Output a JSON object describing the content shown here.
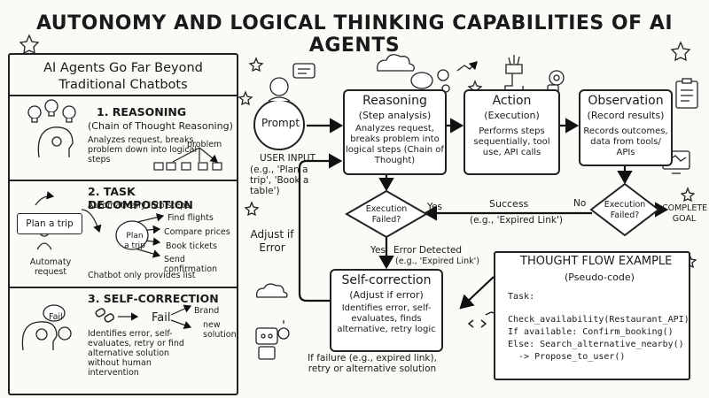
{
  "title": "AUTONOMY AND LOGICAL THINKING CAPABILITIES OF AI AGENTS",
  "left_panel": {
    "heading": "AI Agents Go Far Beyond Traditional Chatbots",
    "reasoning": {
      "title": "1. REASONING",
      "subtitle": "(Chain of Thought Reasoning)",
      "desc": "Analyzes request, breaks problem down into logical steps",
      "problem_label": "problem"
    },
    "decomposition": {
      "title": "2. TASK DECOMPOSITION",
      "subtitle": "Automatically into steps",
      "plan_box": "Plan a trip",
      "plan_node": "Plan a trip",
      "automaty_label": "Automaty request",
      "steps": [
        "Find flights",
        "Compare prices",
        "Book tickets",
        "Send confirmation"
      ],
      "chatbot_note": "Chatbot only provides list"
    },
    "self_correction": {
      "title": "3. SELF-CORRECTION",
      "fail_bubble": "Fail",
      "fail_label": "Fail",
      "brand_label": "Brand",
      "new_solution_label": "new solution",
      "desc": "Identifies error, self-evaluates, retry or find alternative solution without human intervention"
    }
  },
  "flow": {
    "prompt": {
      "label": "Prompt",
      "caption": "USER INPUT",
      "example": "(e.g., 'Plan a trip', 'Book a table')"
    },
    "reasoning": {
      "title": "Reasoning",
      "subtitle": "(Step analysis)",
      "body": "Analyzes request, breaks problem into logical steps (Chain of Thought)"
    },
    "action": {
      "title": "Action",
      "subtitle": "(Execution)",
      "body": "Performs steps sequentially, tool use, API calls"
    },
    "observation": {
      "title": "Observation",
      "subtitle": "(Record results)",
      "body": "Records outcomes, data from tools/ APIs"
    },
    "decision_left": "Execution Failed?",
    "decision_right": "Execution Failed?",
    "yes_label": "Yes",
    "success_label": "Success",
    "no_label": "No",
    "expired_label": "(e.g., 'Expired Link')",
    "yes_down_label": "Yes",
    "error_detected": "Error Detected",
    "error_example": "(e.g., 'Expired Link')",
    "adjust_label": "Adjust if Error",
    "complete_goal": "COMPLETE GOAL",
    "self_correction": {
      "title": "Self-correction",
      "subtitle": "(Adjust if error)",
      "body": "Identifies error, self-evaluates, finds alternative, retry logic"
    },
    "failure_note": "If failure (e.g., expired link), retry or alternative solution"
  },
  "code_example": {
    "title": "THOUGHT FLOW EXAMPLE",
    "subtitle": "(Pseudo-code)",
    "lines": [
      "Task:",
      "Check_availability(Restaurant_API)",
      "If available: Confirm_booking()",
      "Else: Search_alternative_nearby()",
      "  -> Propose_to_user()"
    ]
  }
}
